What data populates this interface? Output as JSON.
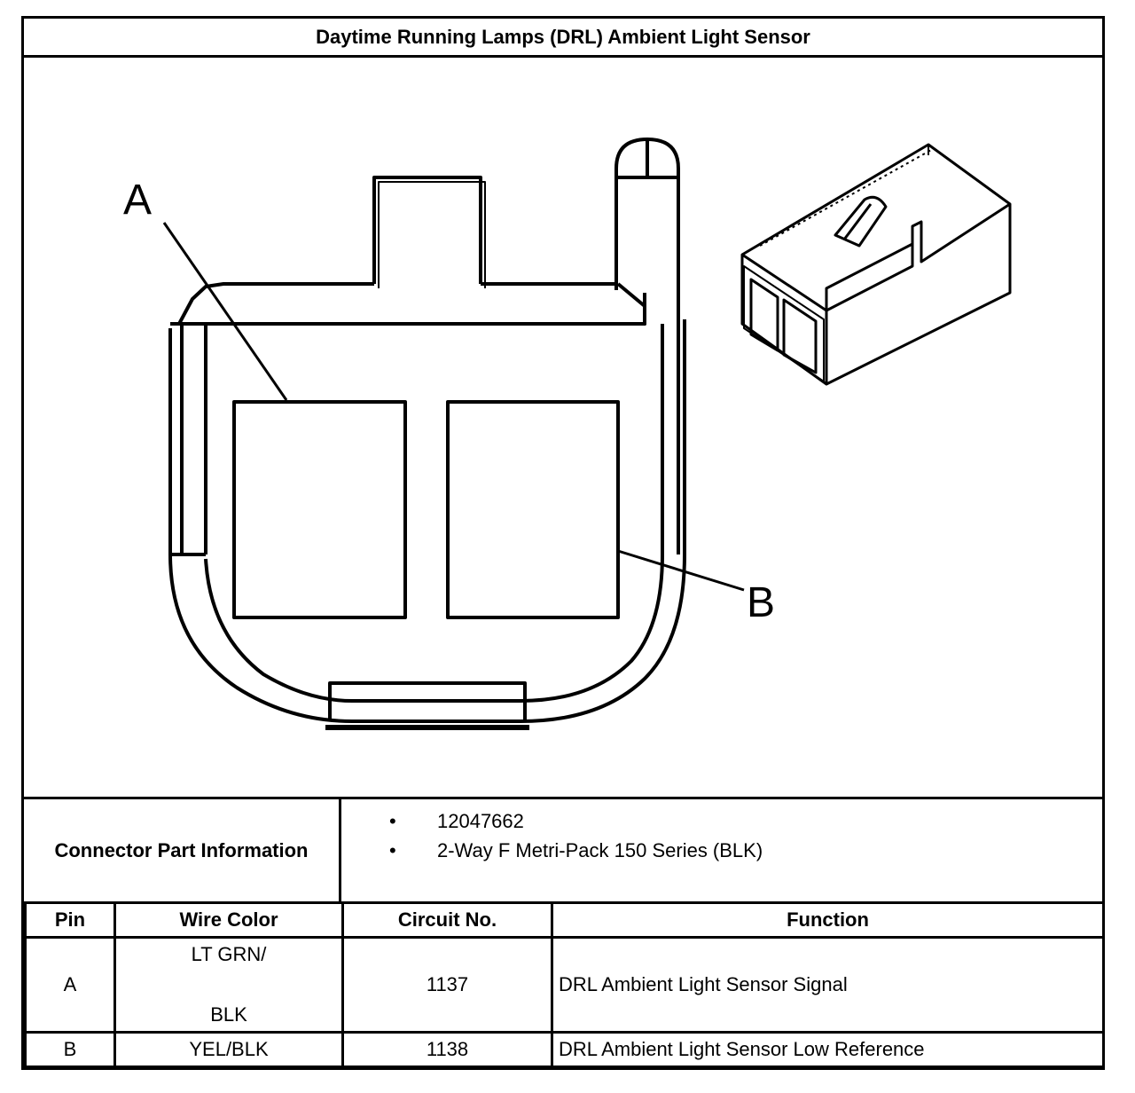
{
  "title": "Daytime Running Lamps (DRL) Ambient Light Sensor",
  "callouts": {
    "a": "A",
    "b": "B"
  },
  "part_info": {
    "label": "Connector Part Information",
    "items": [
      "12047662",
      "2-Way F Metri-Pack 150 Series (BLK)"
    ]
  },
  "table": {
    "headers": [
      "Pin",
      "Wire Color",
      "Circuit No.",
      "Function"
    ],
    "rows": [
      {
        "pin": "A",
        "wire_color_line1": "LT GRN/",
        "wire_color_line2": "BLK",
        "circuit": "1137",
        "function": "DRL Ambient Light Sensor Signal"
      },
      {
        "pin": "B",
        "wire_color": "YEL/BLK",
        "circuit": "1138",
        "function": "DRL Ambient Light Sensor Low Reference"
      }
    ]
  }
}
